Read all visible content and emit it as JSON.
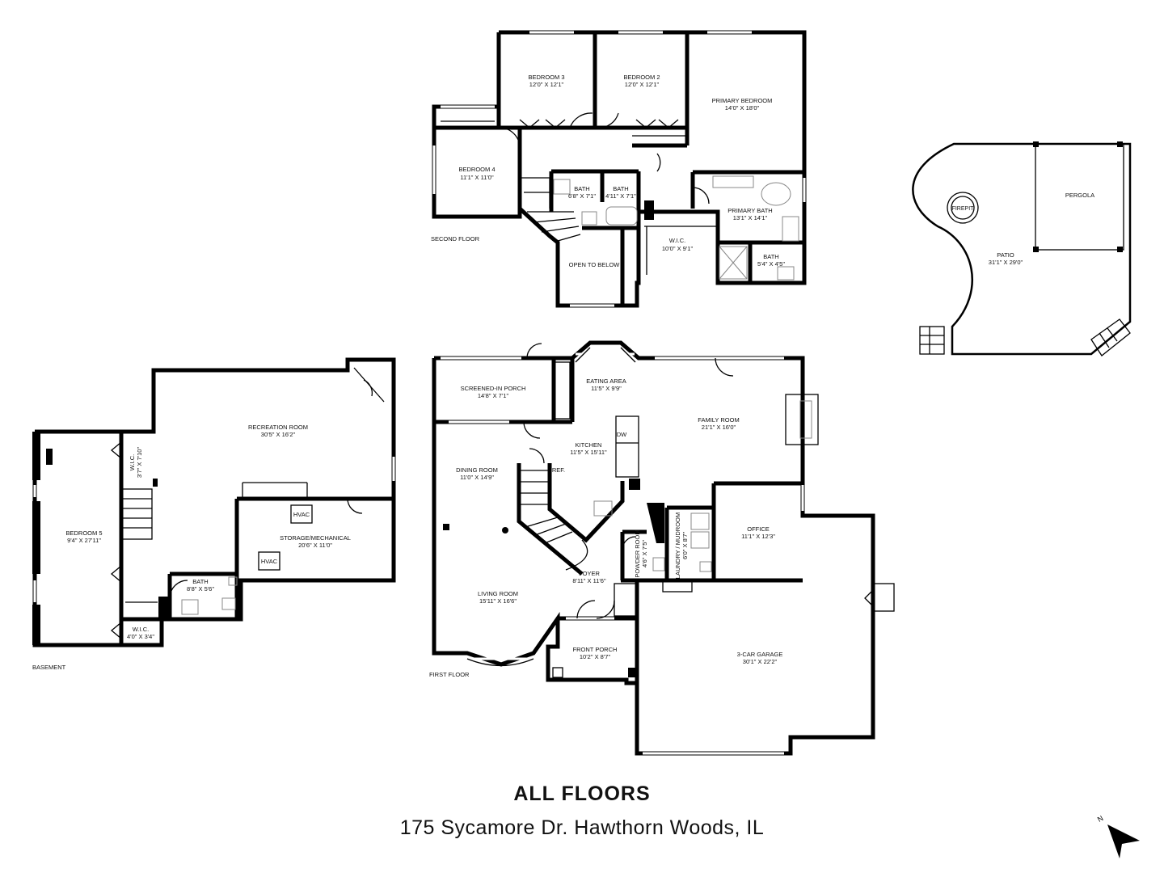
{
  "title": "ALL FLOORS",
  "address": "175 Sycamore Dr. Hawthorn Woods, IL",
  "compass": "N",
  "floors": {
    "second": "SECOND FLOOR",
    "first": "FIRST FLOOR",
    "basement": "BASEMENT"
  },
  "rooms": {
    "bedroom3": {
      "name": "BEDROOM 3",
      "dim": "12'0\" X 12'1\""
    },
    "bedroom2": {
      "name": "BEDROOM 2",
      "dim": "12'0\" X 12'1\""
    },
    "primary_bedroom": {
      "name": "PRIMARY BEDROOM",
      "dim": "14'0\" X 18'0\""
    },
    "bedroom4": {
      "name": "BEDROOM 4",
      "dim": "11'1\" X 11'0\""
    },
    "bath_a": {
      "name": "BATH",
      "dim": "6'8\" X 7'1\""
    },
    "bath_b": {
      "name": "BATH",
      "dim": "4'11\" X 7'1\""
    },
    "primary_bath": {
      "name": "PRIMARY BATH",
      "dim": "13'1\" X 14'1\""
    },
    "wic_2f": {
      "name": "W.I.C.",
      "dim": "10'0\" X 9'1\""
    },
    "bath_c": {
      "name": "BATH",
      "dim": "5'4\" X 4'5\""
    },
    "open_to_below": {
      "name": "OPEN TO BELOW"
    },
    "pergola": {
      "name": "PERGOLA"
    },
    "firepit": {
      "name": "FIREPIT"
    },
    "patio": {
      "name": "PATIO",
      "dim": "31'1\" X 29'0\""
    },
    "screened_porch": {
      "name": "SCREENED-IN PORCH",
      "dim": "14'8\" X 7'1\""
    },
    "eating_area": {
      "name": "EATING AREA",
      "dim": "11'5\" X 9'9\""
    },
    "family_room": {
      "name": "FAMILY ROOM",
      "dim": "21'1\" X 16'0\""
    },
    "kitchen": {
      "name": "KITCHEN",
      "dim": "11'5\" X 15'11\""
    },
    "dining_room": {
      "name": "DINING ROOM",
      "dim": "11'0\" X 14'9\""
    },
    "ref": {
      "name": "REF."
    },
    "dw": {
      "name": "DW"
    },
    "office": {
      "name": "OFFICE",
      "dim": "11'1\" X 12'3\""
    },
    "powder_room": {
      "name": "POWDER ROOM",
      "dim": "4'6\" X 7'5\""
    },
    "laundry": {
      "name": "LAUNDRY / MUDROOM",
      "dim": "6'0\" X 8'7\""
    },
    "foyer": {
      "name": "FOYER",
      "dim": "8'11\" X 11'6\""
    },
    "living_room": {
      "name": "LIVING ROOM",
      "dim": "15'11\" X 16'6\""
    },
    "front_porch": {
      "name": "FRONT PORCH",
      "dim": "10'2\" X 8'7\""
    },
    "garage": {
      "name": "3-CAR GARAGE",
      "dim": "30'1\" X 22'2\""
    },
    "recreation_room": {
      "name": "RECREATION ROOM",
      "dim": "30'5\" X 16'2\""
    },
    "wic_bsmt_a": {
      "name": "W.I.C.",
      "dim": "3'7\" X 7'10\""
    },
    "bedroom5": {
      "name": "BEDROOM 5",
      "dim": "9'4\" X 27'11\""
    },
    "storage": {
      "name": "STORAGE/MECHANICAL",
      "dim": "20'6\" X 11'0\""
    },
    "hvac1": {
      "name": "HVAC"
    },
    "hvac2": {
      "name": "HVAC"
    },
    "bath_bsmt": {
      "name": "BATH",
      "dim": "8'8\" X 5'6\""
    },
    "wic_bsmt_b": {
      "name": "W.I.C.",
      "dim": "4'0\" X 3'4\""
    }
  }
}
